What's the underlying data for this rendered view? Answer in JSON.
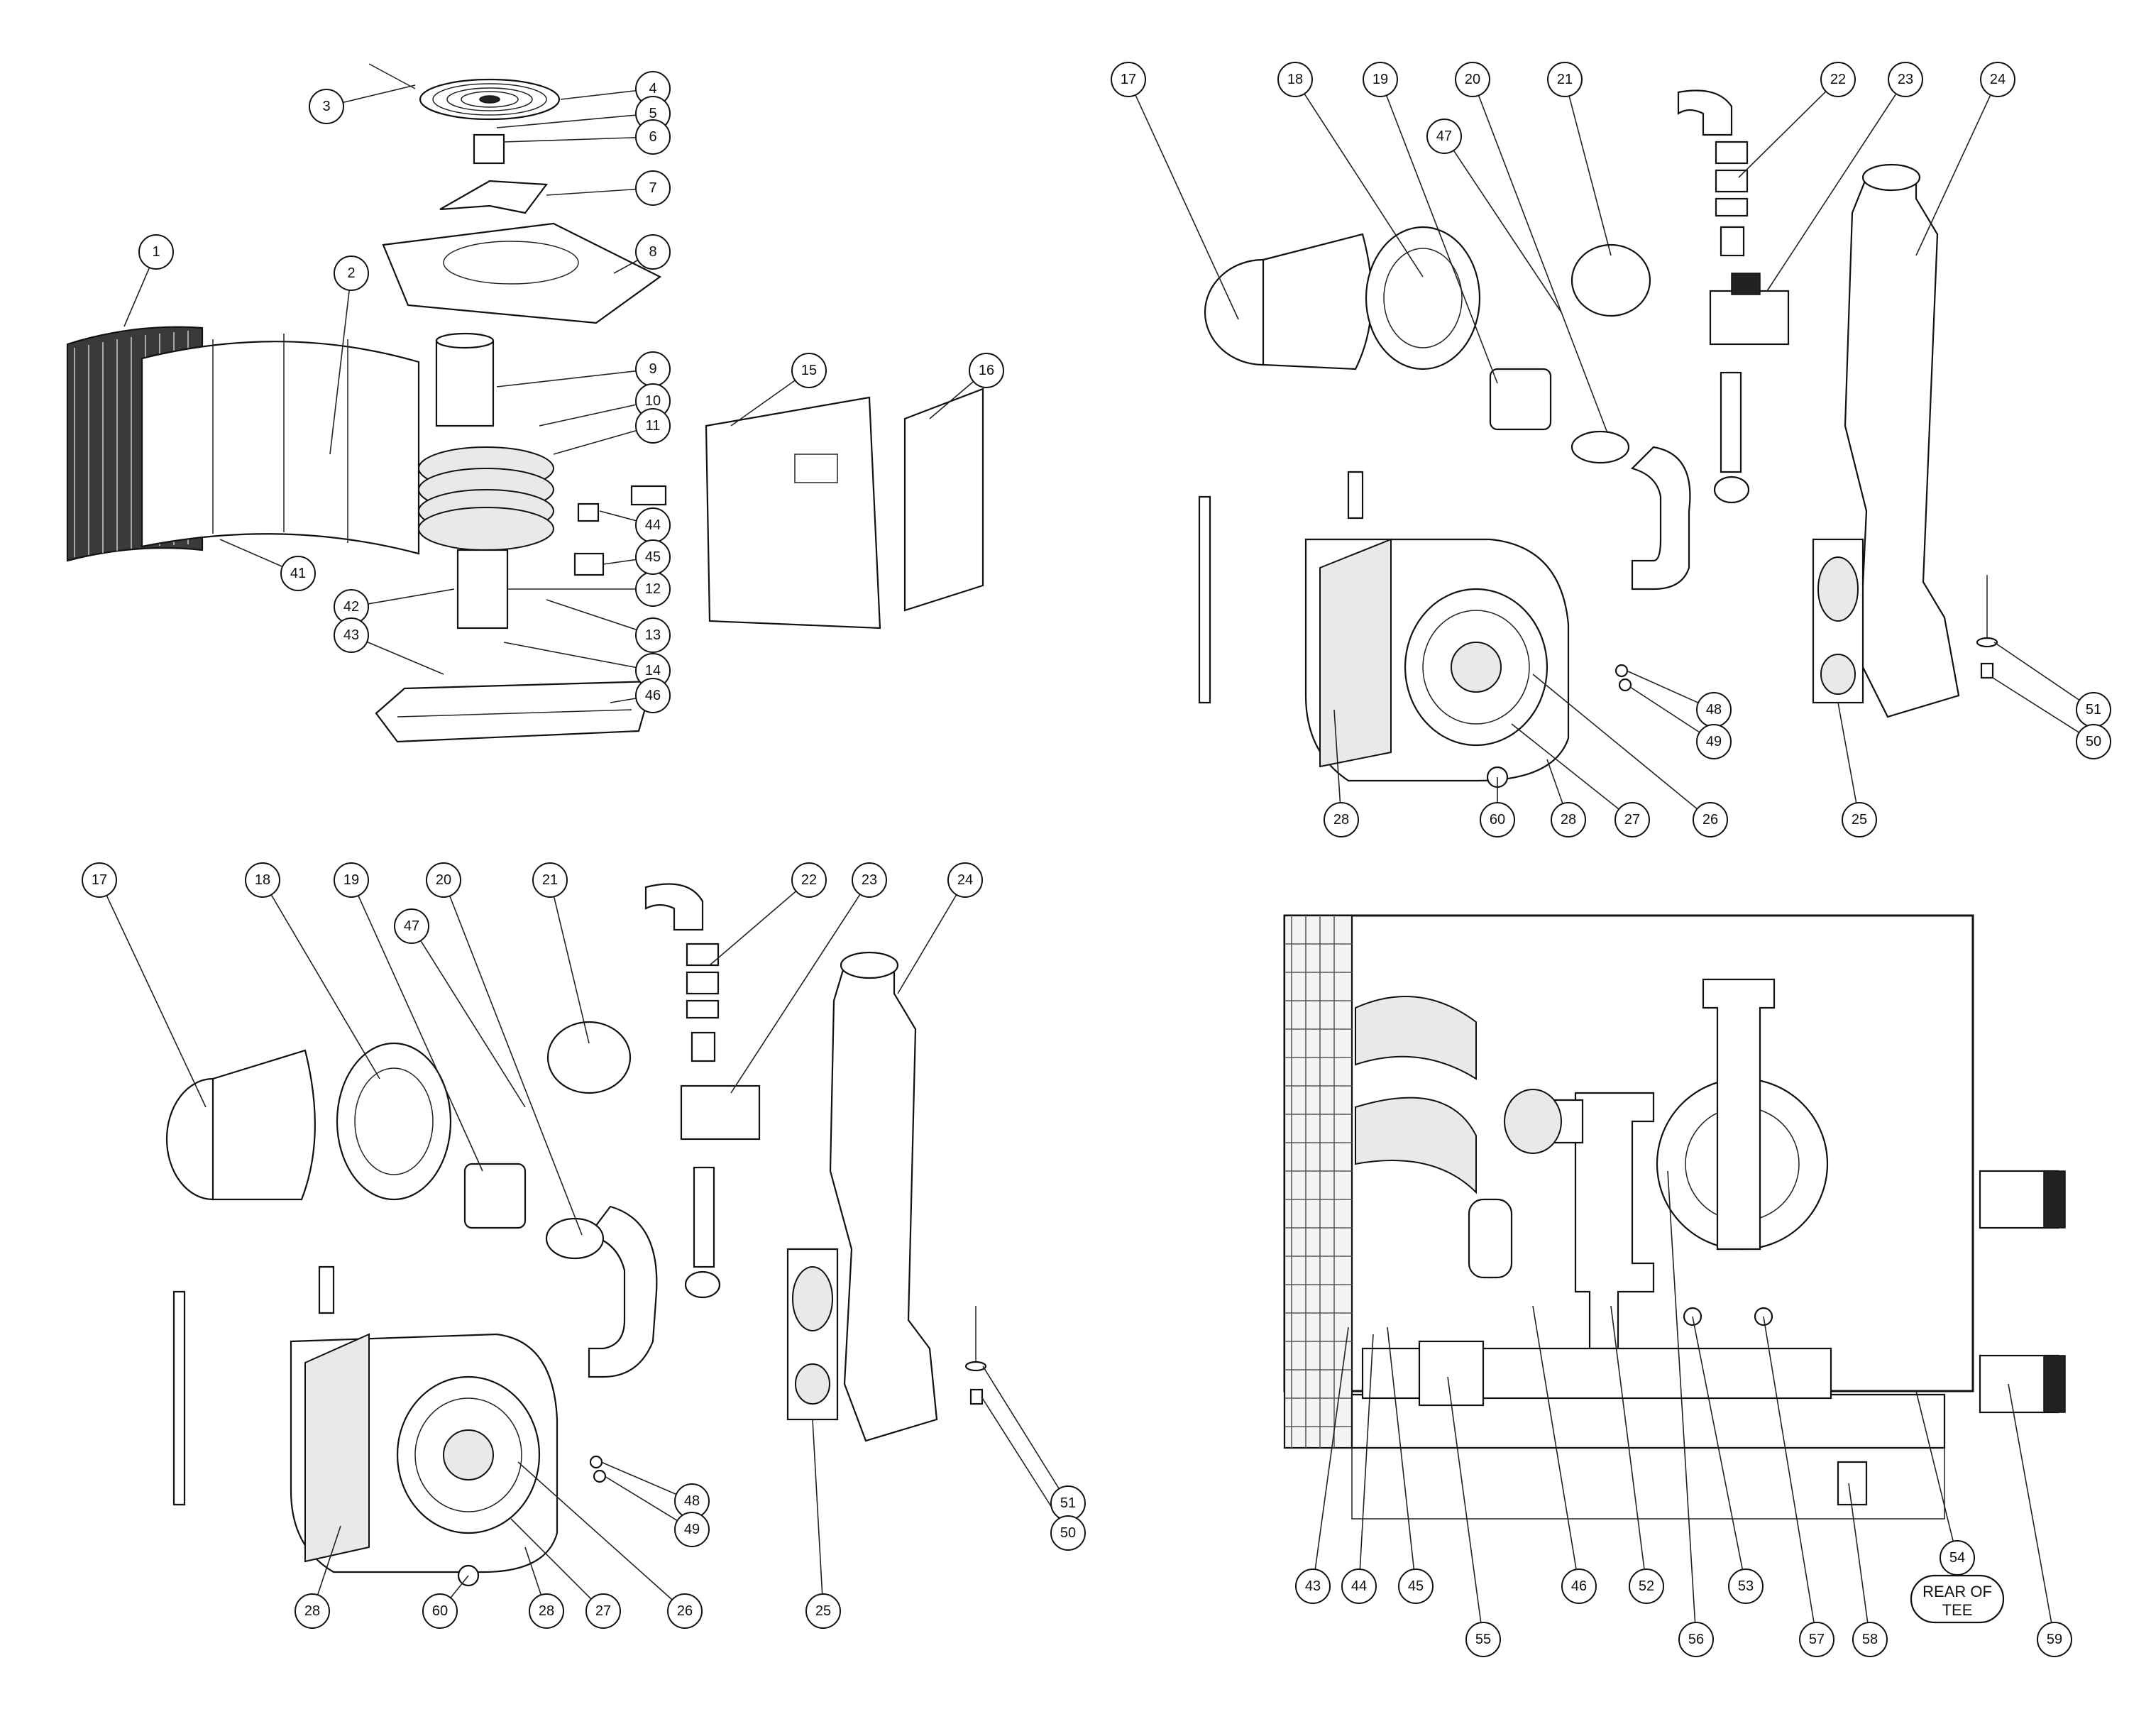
{
  "panels": {
    "exploded_cabinet": {
      "callouts": [
        "1",
        "2",
        "3",
        "4",
        "5",
        "6",
        "7",
        "8",
        "9",
        "10",
        "11",
        "12",
        "13",
        "14",
        "15",
        "16",
        "41",
        "42",
        "43",
        "44",
        "45",
        "46"
      ]
    },
    "combustion_top": {
      "callouts": [
        "17",
        "18",
        "19",
        "47",
        "20",
        "21",
        "22",
        "23",
        "24",
        "48",
        "49",
        "51",
        "50",
        "28",
        "60",
        "28",
        "27",
        "26",
        "25"
      ]
    },
    "combustion_bottom": {
      "callouts": [
        "17",
        "18",
        "19",
        "47",
        "20",
        "21",
        "22",
        "23",
        "24",
        "48",
        "49",
        "51",
        "50",
        "28",
        "60",
        "28",
        "27",
        "26",
        "25"
      ]
    },
    "assembled_view": {
      "callouts": [
        "43",
        "44",
        "45",
        "55",
        "46",
        "52",
        "56",
        "53",
        "57",
        "58",
        "54",
        "59"
      ],
      "note": {
        "line1": "REAR OF",
        "line2": "TEE"
      }
    }
  }
}
